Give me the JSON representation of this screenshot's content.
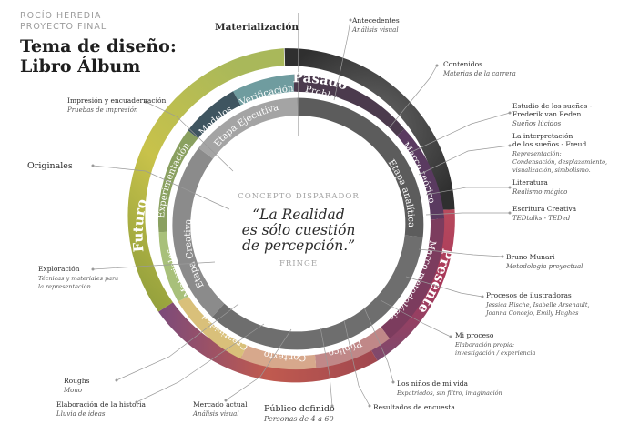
{
  "header": {
    "author": "ROCÍO HEREDIA",
    "project": "PROYECTO FINAL",
    "title_line1": "Tema de diseño:",
    "title_line2": "Libro Álbum"
  },
  "center": {
    "label_top": "CONCEPTO DISPARADOR",
    "quote_line1": "“La Realidad",
    "quote_line2": "es sólo cuestión",
    "quote_line3": "de percepción.”",
    "label_bottom": "FRINGE"
  },
  "colors": {
    "pasado": "#4b3a4d",
    "presente": "#b23e55",
    "futuro": "#b9b83c",
    "sand": "#d9c07a",
    "teal": "#6f9c9f",
    "slate": "#3f5560",
    "gray_dark": "#5c5c5c",
    "gray_mid": "#8b8b8b",
    "gray_light": "#b3b3b3"
  },
  "phases": {
    "pasado": "Pasado",
    "presente": "Presente",
    "futuro": "Futuro"
  },
  "etapas": {
    "ejecutiva": "Etapa Ejecutiva",
    "analitica": "Etapa analítica",
    "creativa": "Etapa Creativa"
  },
  "segments": {
    "problema": "Problema",
    "marco_teorico": "Marco teórico",
    "marco_metodologico": "Marco metodológico",
    "publico": "Público",
    "contexto": "Contexto",
    "creatividad": "Creatividad",
    "materiales": "Materiales",
    "experimentacion": "Experimentación",
    "modelos": "Modelos",
    "verificacion": "Verificación"
  },
  "annotations": [
    {
      "title": "Materialización",
      "subtitle": ""
    },
    {
      "title": "Antecedentes",
      "subtitle": "Análisis visual"
    },
    {
      "title": "Contenidos",
      "subtitle": "Materias de la carrera"
    },
    {
      "title": "Estudio de los sueños -",
      "title2": "Frederik van Eeden",
      "subtitle": "Sueños lúcidos"
    },
    {
      "title": "La interpretación",
      "title2": "de los sueños - Freud",
      "subtitle": "Representación:",
      "subtitle2": "Condensación, desplazamiento,",
      "subtitle3": "visualización, simbolismo."
    },
    {
      "title": "Literatura",
      "subtitle": "Realismo mágico"
    },
    {
      "title": "Escritura Creativa",
      "subtitle": "TEDtalks - TEDed"
    },
    {
      "title": "Bruno Munari",
      "subtitle": "Metodología proyectual"
    },
    {
      "title": "Procesos de ilustradoras",
      "subtitle": "Jessica Hische, Isabelle Arsenault,",
      "subtitle2": "Joanna Concejo, Emily Hughes"
    },
    {
      "title": "Mi proceso",
      "subtitle": "Elaboración propia:",
      "subtitle2": "investigación / experiencia"
    },
    {
      "title": "Los niños de mi vida",
      "subtitle": "Expatriados, sin filtro, imaginación"
    },
    {
      "title": "Resultados de encuesta",
      "subtitle": ""
    },
    {
      "title": "Público definido",
      "subtitle": "Personas de 4 a 60"
    },
    {
      "title": "Mercado actual",
      "subtitle": "Análisis visual"
    },
    {
      "title": "Elaboración de la historia",
      "subtitle": "Lluvia de ideas"
    },
    {
      "title": "Roughs",
      "subtitle": "Mono"
    },
    {
      "title": "Exploración",
      "subtitle": "Técnicas y materiales para",
      "subtitle2": "la representación"
    },
    {
      "title": "Originales",
      "subtitle": ""
    },
    {
      "title": "Impresión y encuadernación",
      "subtitle": "Pruebas de impresión"
    }
  ]
}
